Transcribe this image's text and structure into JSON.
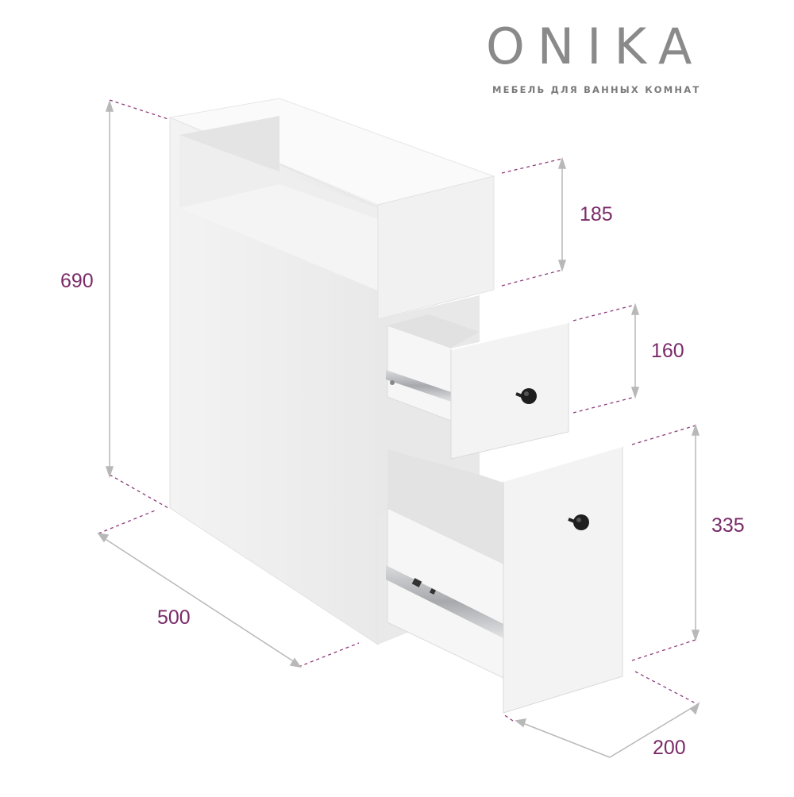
{
  "brand": {
    "name": "ONIKA",
    "tagline": "МЕБЕЛЬ ДЛЯ ВАННЫХ КОМНАТ"
  },
  "dimensions": {
    "height_total": "690",
    "shelf_height": "185",
    "top_drawer_height": "160",
    "bottom_drawer_height": "335",
    "depth": "500",
    "width": "200"
  },
  "colors": {
    "dimension_text": "#7a2b68",
    "dimension_dash": "#8e3a7a",
    "arrow": "#b8b8b8",
    "brand_gray": "#8a8a8a"
  }
}
